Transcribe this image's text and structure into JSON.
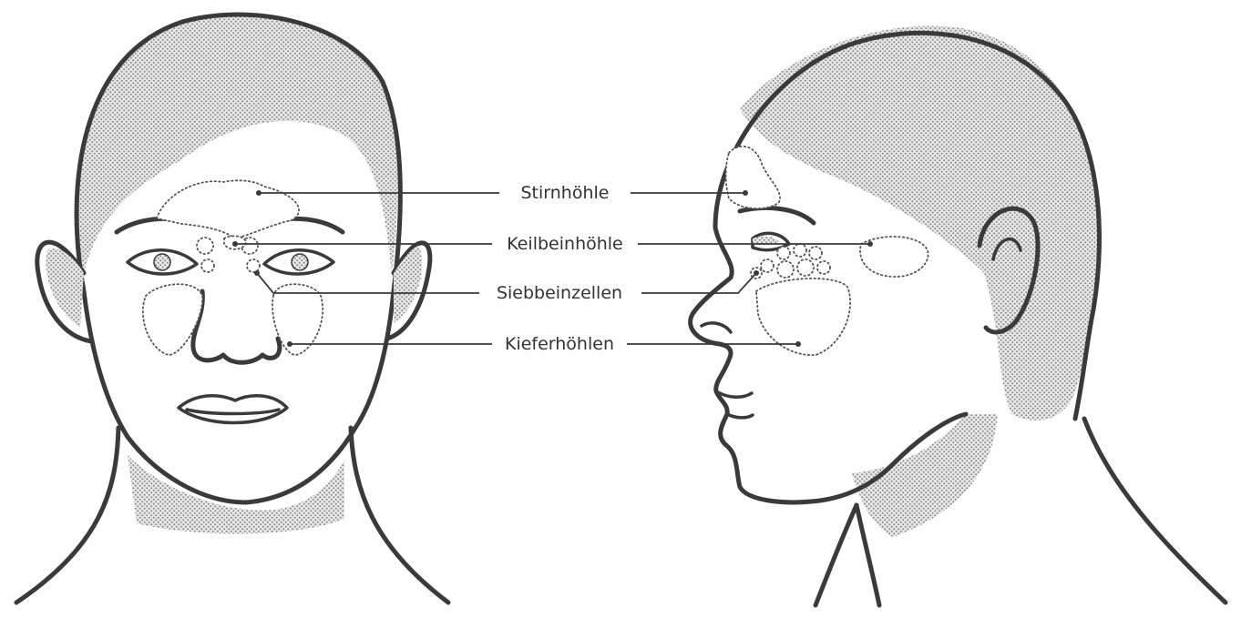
{
  "figure": {
    "labels": {
      "frontal_sinus": "Stirnhöhle",
      "sphenoid_sinus": "Keilbeinhöhle",
      "ethmoid_cells": "Siebbeinzellen",
      "maxillary_sinuses": "Kieferhöhlen"
    }
  }
}
